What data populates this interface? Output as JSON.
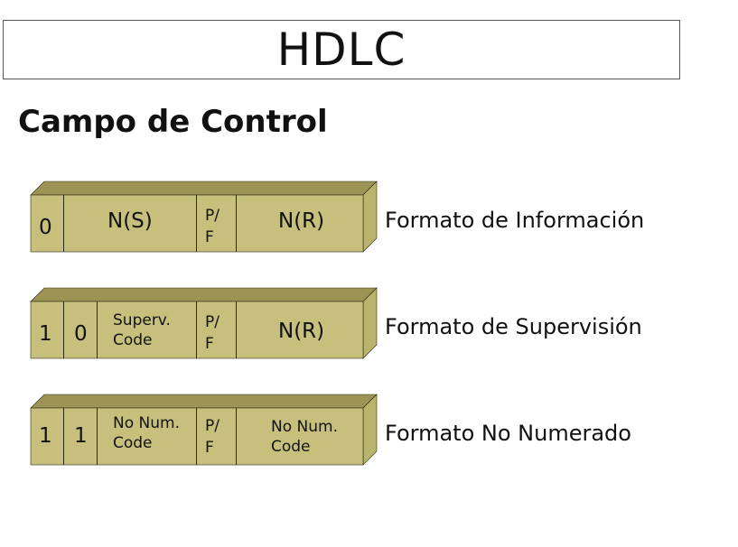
{
  "title": "HDLC",
  "subtitle": "Campo de Control",
  "colors": {
    "front": "#c7c07c",
    "top": "#9c9454",
    "side": "#b9b36c",
    "edge": "#2a2a10"
  },
  "formats": [
    {
      "label": "Formato de Información",
      "fields": {
        "bit1": "0",
        "ns": "N(S)",
        "pf": "P/\nF",
        "nr": "N(R)"
      }
    },
    {
      "label": "Formato de Supervisión",
      "fields": {
        "bit1": "1",
        "bit2": "0",
        "code": "Superv.\nCode",
        "pf": "P/\nF",
        "nr": "N(R)"
      }
    },
    {
      "label": "Formato No Numerado",
      "fields": {
        "bit1": "1",
        "bit2": "1",
        "code": "No Num.\nCode",
        "pf": "P/\nF",
        "code2": "No Num.\nCode"
      }
    }
  ]
}
